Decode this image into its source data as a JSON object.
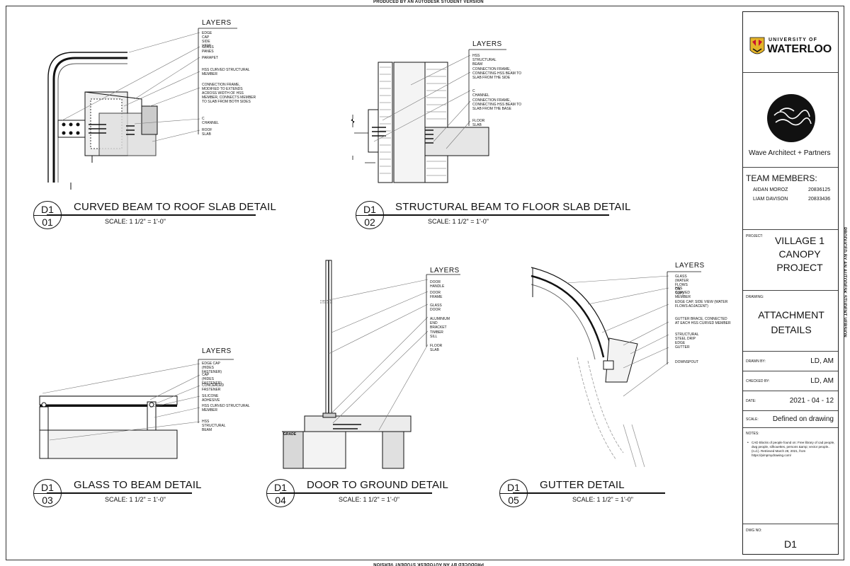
{
  "watermark": "PRODUCED BY AN AUTODESK STUDENT VERSION",
  "details": [
    {
      "sheet": "D1",
      "num": "01",
      "title": "CURVED BEAM TO ROOF SLAB DETAIL",
      "scale": "SCALE: 1 1/2\" = 1'-0\"",
      "layers_title": "LAYERS",
      "layers": [
        "EDGE CAP SIDE VIEW",
        "GLASS PANES",
        "PARAPET",
        "HSS CURVED STRUCTURAL MEMBER",
        "CONNECTION FRAME, MODIFIED TO EXTENDS ACROSS WIDTH OF HSS MEMBER, CONNECTS MEMBER TO SLAB FROM BOTH SIDES",
        "C CHANNEL",
        "ROOF SLAB"
      ]
    },
    {
      "sheet": "D1",
      "num": "02",
      "title": "STRUCTURAL BEAM TO FLOOR SLAB DETAIL",
      "scale": "SCALE: 1 1/2\" = 1'-0\"",
      "layers_title": "LAYERS",
      "layers": [
        "HSS STRUCTURAL BEAM",
        "CONNECTION FRAME, CONNECTING HSS BEAM TO SLAB FROM THE SIDE",
        "C CHANNEL",
        "CONNECTION FRAME, CONNECTING HSS BEAM TO SLAB FROM THE BASE",
        "FLOOR SLAB"
      ]
    },
    {
      "sheet": "D1",
      "num": "03",
      "title": "GLASS TO BEAM DETAIL",
      "scale": "SCALE: 1 1/2\" = 1'-0\"",
      "layers_title": "LAYERS",
      "layers": [
        "EDGE CAP (HIDES FASTENER)",
        "CAP (HIDES FASTENER)",
        "CONCEALED FASTENER",
        "SILICONE ADHESIVE",
        "HSS CURVED STRUCTURAL MEMBER",
        "HSS STRUCTURAL BEAM"
      ]
    },
    {
      "sheet": "D1",
      "num": "04",
      "title": "DOOR TO GROUND DETAIL",
      "scale": "SCALE: 1 1/2\" = 1'-0\"",
      "layers_title": "LAYERS",
      "grade": "GRADE",
      "layers": [
        "DOOR HANDLE",
        "DOOR FRAME",
        "GLASS DOOR",
        "ALUMINIUM END BRACKET",
        "TIMBER SILL",
        "FLOOR SLAB"
      ]
    },
    {
      "sheet": "D1",
      "num": "05",
      "title": "GUTTER DETAIL",
      "scale": "SCALE: 1 1/2\" = 1'-0\"",
      "layers_title": "LAYERS",
      "layers": [
        "GLASS (WATER FLOWS ON TOP)",
        "HSS CURVED MEMBER",
        "EDGE CAP, SIDE VIEW (WATER FLOWS ADJACENT)",
        "GUTTER BRACE, CONNECTED AT EACH HSS CURVED MEMBER",
        "STRUCTURAL STEEL DRIP EDGE",
        "GUTTER",
        "DOWNSPOUT"
      ]
    }
  ],
  "title_block": {
    "university_line1": "UNIVERSITY OF",
    "university_line2": "WATERLOO",
    "firm": "Wave Architect + Partners",
    "team_heading": "TEAM MEMBERS:",
    "team": [
      {
        "name": "AIDAN MOROZ",
        "id": "20836125"
      },
      {
        "name": "LIAM DAVISON",
        "id": "20833436"
      }
    ],
    "project_label": "PROJECT:",
    "project": "VILLAGE 1\nCANOPY\nPROJECT",
    "drawing_label": "DRAWING:",
    "drawing": "ATTACHMENT\nDETAILS",
    "drawn_by_label": "DRAWN BY:",
    "drawn_by": "LD, AM",
    "checked_by_label": "CHECKED BY:",
    "checked_by": "LD, AM",
    "date_label": "DATE:",
    "date": "2021 - 04 - 12",
    "scale_label": "SCALE:",
    "scale": "Defined on drawing",
    "notes_label": "NOTES:",
    "notes": "CAD Blocks of people found on: Free library of cad people, dwg people, silhouettes, persons &amp; vector people.. (n.d.). Retrieved March 28, 2021, from https://pimpmydrawing.com/",
    "dwg_no_label": "DWG NO:",
    "dwg_no": "D1"
  }
}
